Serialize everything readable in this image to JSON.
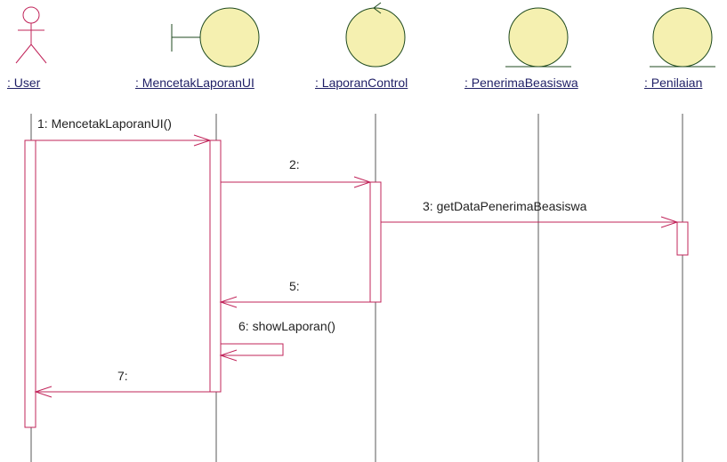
{
  "colors": {
    "lifeline": "#5a5a5a",
    "message": "#c1245a",
    "activation": "#c1245a",
    "object_fill": "#f5f0b0",
    "object_stroke": "#1f4a1f",
    "actor_stroke": "#c1245a"
  },
  "participants": [
    {
      "id": "user",
      "label": ": User",
      "kind": "actor"
    },
    {
      "id": "ui",
      "label": ": MencetakLaporanUI",
      "kind": "boundary"
    },
    {
      "id": "control",
      "label": ": LaporanControl",
      "kind": "control"
    },
    {
      "id": "penerima",
      "label": ": PenerimaBeasiswa",
      "kind": "entity"
    },
    {
      "id": "penilaian",
      "label": ": Penilaian",
      "kind": "entity"
    }
  ],
  "messages": [
    {
      "id": "m1",
      "text": "1: MencetakLaporanUI()",
      "from": "user",
      "to": "ui",
      "kind": "call"
    },
    {
      "id": "m2",
      "text": "2:",
      "from": "ui",
      "to": "control",
      "kind": "call"
    },
    {
      "id": "m3",
      "text": "3: getDataPenerimaBeasiswa",
      "from": "control",
      "to": "penilaian",
      "kind": "call"
    },
    {
      "id": "m5",
      "text": "5:",
      "from": "control",
      "to": "ui",
      "kind": "return"
    },
    {
      "id": "m6",
      "text": "6: showLaporan()",
      "from": "ui",
      "to": "ui",
      "kind": "self"
    },
    {
      "id": "m7",
      "text": "7:",
      "from": "ui",
      "to": "user",
      "kind": "return"
    }
  ]
}
